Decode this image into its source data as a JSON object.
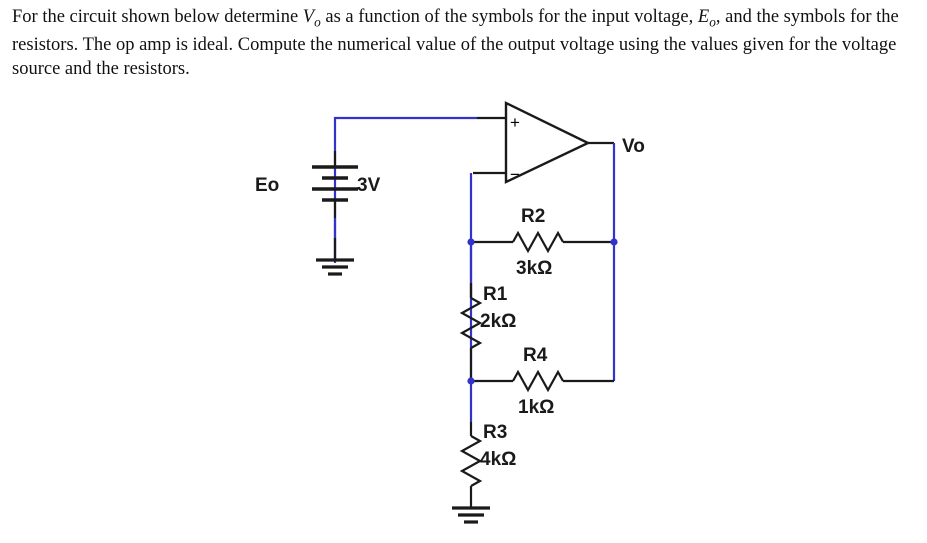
{
  "problem": {
    "line1_a": "For the circuit shown below determine ",
    "v_symbol": "V",
    "v_sub": "o",
    "line1_b": " as a function of the symbols for the input voltage, ",
    "e_symbol": "E",
    "e_sub": "o",
    "line1_c": ", and the symbols for the resistors. The op amp is ideal. Compute the numerical value of the output voltage using the values given for the voltage source and the resistors."
  },
  "circuit": {
    "title": "inverting-opamp-resistor-network",
    "wire_color": "#3333cc",
    "line_color": "#1a1a1a",
    "node_color": "#3333cc",
    "source": {
      "name": "Eo",
      "value": "3V",
      "type": "dc-voltage-source-battery"
    },
    "opamp": {
      "plus_label": "+",
      "minus_label": "−",
      "output_label": "Vo",
      "ideal": true
    },
    "resistors": [
      {
        "id": "R1",
        "name": "R1",
        "value": "2kΩ",
        "orientation": "vertical"
      },
      {
        "id": "R2",
        "name": "R2",
        "value": "3kΩ",
        "orientation": "horizontal"
      },
      {
        "id": "R3",
        "name": "R3",
        "value": "4kΩ",
        "orientation": "vertical"
      },
      {
        "id": "R4",
        "name": "R4",
        "value": "1kΩ",
        "orientation": "horizontal"
      }
    ],
    "grounds": [
      {
        "id": "ground-source",
        "label": ""
      },
      {
        "id": "ground-r3",
        "label": ""
      }
    ]
  }
}
